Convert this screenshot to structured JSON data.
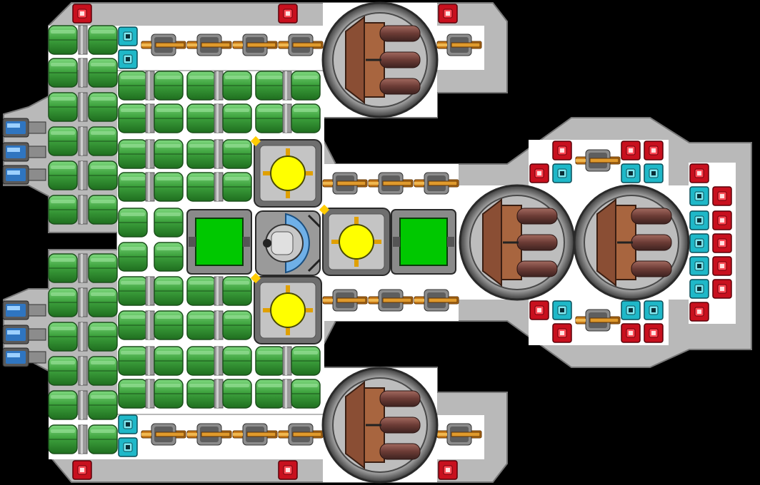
{
  "scene": "ship-blueprint",
  "palette": {
    "background": "#000000",
    "hull": "#b9b9b9",
    "floor": "#ffffff",
    "tank_green": "#3ea33e",
    "tank_green_light": "#6fd06f",
    "pipe_gray": "#8c8c8c",
    "reactor_yellow": "#ffff00",
    "console_green": "#00c800",
    "turret_brown": "#8a4e34",
    "barrel_brown": "#6b3b35",
    "armor_red": "#c8101e",
    "armor_cyan": "#1fb8c8",
    "gun_orange": "#c87a18",
    "thruster_blue": "#3a8fe0"
  },
  "modules": {
    "turrets": [
      "turret-top",
      "turret-mid-left",
      "turret-mid-right",
      "turret-bottom"
    ],
    "reactors": [
      "reactor-upper",
      "reactor-center",
      "reactor-lower"
    ],
    "consoles": [
      "console-left",
      "console-right"
    ],
    "cockpit": "cockpit",
    "thrusters": 6
  }
}
